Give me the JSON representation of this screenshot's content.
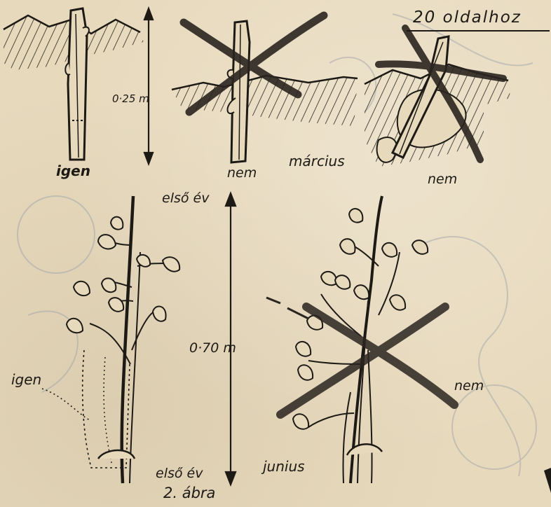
{
  "header": {
    "page_ref": "20 oldalhoz"
  },
  "march_panel": {
    "igen": "igen",
    "nem_left": "nem",
    "nem_right": "nem",
    "month": "március",
    "depth": "0·25 m"
  },
  "june_panel": {
    "year_top": "első év",
    "igen": "igen",
    "height": "0·70 m",
    "nem": "nem",
    "year_bottom": "első év",
    "month": "junius"
  },
  "figure": {
    "caption": "2. ábra"
  }
}
